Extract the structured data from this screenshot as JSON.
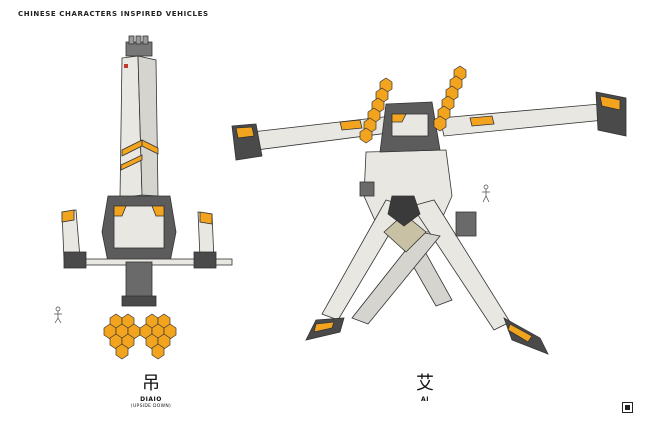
{
  "page_title": "CHINESE CHARACTERS INSPIRED VEHICLES",
  "vehicles": [
    {
      "character": "吊",
      "name": "DIAIO",
      "note": "(UPSIDE DOWN)"
    },
    {
      "character": "艾",
      "name": "AI",
      "note": ""
    }
  ],
  "colors": {
    "orange": "#f2a41f",
    "hull": "#e9e7e2",
    "dark": "#4a4a4a",
    "background": "#ffffff"
  },
  "icons": [
    "vertical-vehicle-illustration",
    "x-shaped-vehicle-illustration",
    "human-scale-figure",
    "artist-seal"
  ]
}
